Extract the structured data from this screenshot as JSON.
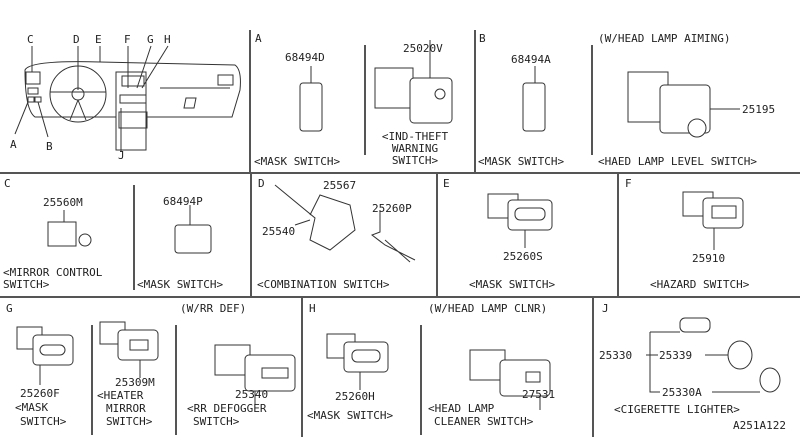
{
  "overview": {
    "markers": [
      "A",
      "B",
      "C",
      "D",
      "E",
      "F",
      "G",
      "H",
      "J"
    ]
  },
  "sections": {
    "A": {
      "letter": "A",
      "parts": [
        {
          "number": "68494D",
          "caption": "<MASK SWITCH>"
        },
        {
          "number": "25020V",
          "caption_lines": [
            "<IND-THEFT",
            "WARNING",
            "SWITCH>"
          ]
        }
      ]
    },
    "B": {
      "letter": "B",
      "parts": [
        {
          "number": "68494A",
          "caption": "<MASK SWITCH>"
        },
        {
          "number": "25195",
          "note": "(W/HEAD LAMP AIMING)",
          "caption": "<HAED LAMP LEVEL SWITCH>"
        }
      ]
    },
    "C": {
      "letter": "C",
      "parts": [
        {
          "number": "25560M",
          "caption_lines": [
            "<MIRROR CONTROL",
            "SWITCH>"
          ]
        },
        {
          "number": "68494P",
          "caption": "<MASK SWITCH>"
        }
      ]
    },
    "D": {
      "letter": "D",
      "parts": [
        "25567",
        "25540",
        "25260P"
      ],
      "caption": "<COMBINATION SWITCH>"
    },
    "E": {
      "letter": "E",
      "number": "25260S",
      "caption": "<MASK SWITCH>"
    },
    "F": {
      "letter": "F",
      "number": "25910",
      "caption": "<HAZARD SWITCH>"
    },
    "G": {
      "letter": "G",
      "parts": [
        {
          "number": "25260F",
          "caption_lines": [
            "<MASK",
            "SWITCH>"
          ]
        },
        {
          "number": "25309M",
          "caption_lines": [
            "<HEATER",
            "MIRROR",
            "SWITCH>"
          ]
        },
        {
          "number": "25340",
          "note": "(W/RR DEF)",
          "caption_lines": [
            "<RR DEFOGGER",
            "SWITCH>"
          ]
        }
      ]
    },
    "H": {
      "letter": "H",
      "parts": [
        {
          "number": "25260H",
          "caption": "<MASK SWITCH>"
        },
        {
          "number": "27531",
          "note": "(W/HEAD LAMP CLNR)",
          "caption_lines": [
            "<HEAD LAMP",
            "CLEANER SWITCH>"
          ]
        }
      ]
    },
    "J": {
      "letter": "J",
      "assembly": "25330",
      "parts": [
        "25339",
        "25330A"
      ],
      "caption": "<CIGERETTE LIGHTER>"
    }
  },
  "diagram_code": "A251A122"
}
